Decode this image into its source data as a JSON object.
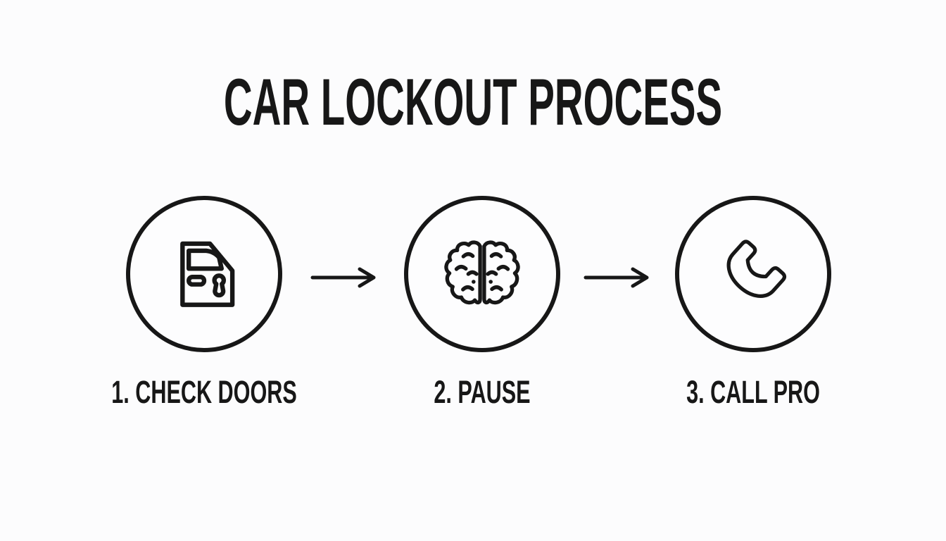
{
  "title": "CAR LOCKOUT PROCESS",
  "steps": [
    {
      "label": "1. CHECK DOORS",
      "icon": "car-door-icon"
    },
    {
      "label": "2. PAUSE",
      "icon": "brain-icon"
    },
    {
      "label": "3. CALL PRO",
      "icon": "phone-handset-icon"
    }
  ],
  "arrows": [
    {
      "icon": "arrow-right-icon"
    },
    {
      "icon": "arrow-right-icon"
    }
  ],
  "colors": {
    "background": "#fcfcfd",
    "ink": "#171717"
  }
}
